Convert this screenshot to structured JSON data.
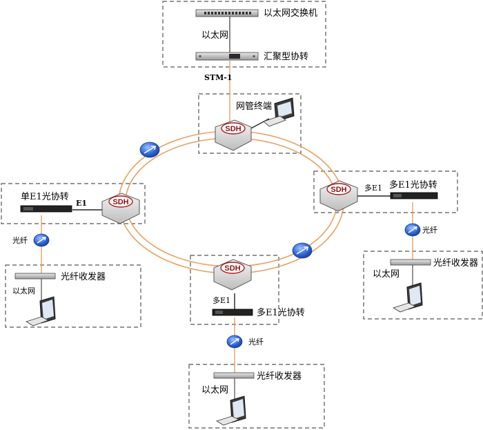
{
  "labels": {
    "ethernet_switch": "以太网交换机",
    "ethernet": "以太网",
    "aggregation_converter": "汇聚型协转",
    "stm1": "STM-1",
    "nms_terminal": "网管终端",
    "sdh": "SDH",
    "single_e1_converter": "单E1光协转",
    "e1": "E1",
    "multi_e1": "多E1",
    "multi_e1_converter": "多E1光协转",
    "fiber": "光纤",
    "fiber_transceiver": "光纤收发器"
  },
  "colors": {
    "ring": "#e8a060",
    "link_orange": "#e8a060",
    "box_border": "#555555",
    "sdh_red": "#b01818",
    "repeater_blue": "#2a5fd0"
  }
}
